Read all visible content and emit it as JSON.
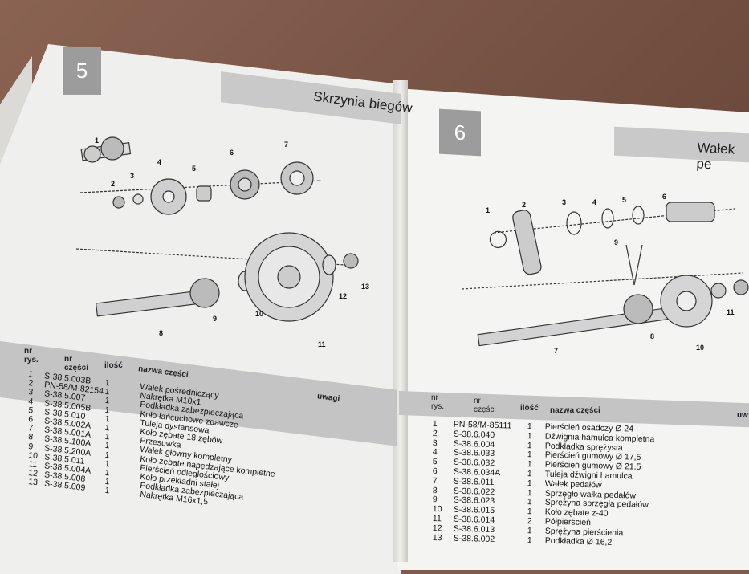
{
  "left_page": {
    "page_number": "5",
    "title": "Skrzynia biegów",
    "columns": {
      "nr_rys": "nr\nrys.",
      "nr_czesci": "nr\nczęści",
      "ilosc": "ilość",
      "nazwa": "nazwa części",
      "uwagi": "uwagi"
    },
    "callouts": [
      "1",
      "2",
      "3",
      "4",
      "5",
      "6",
      "7",
      "8",
      "9",
      "10",
      "11",
      "12",
      "13"
    ],
    "rows": [
      {
        "nr": "1",
        "part": "S-38.5.003B",
        "qty": "1",
        "name": "Wałek pośredniczący"
      },
      {
        "nr": "2",
        "part": "PN-58/M-82154",
        "qty": "1",
        "name": "Nakrętka M10x1"
      },
      {
        "nr": "3",
        "part": "S-38.5.007",
        "qty": "1",
        "name": "Podkładka zabezpieczająca"
      },
      {
        "nr": "4",
        "part": "S-38.5.005B",
        "qty": "1",
        "name": "Koło łańcuchowe zdawcze"
      },
      {
        "nr": "5",
        "part": "S-38.5.010",
        "qty": "1",
        "name": "Tuleja dystansowa"
      },
      {
        "nr": "6",
        "part": "S-38.5.002A",
        "qty": "1",
        "name": "Koło zębate 18 zębów"
      },
      {
        "nr": "7",
        "part": "S-38.5.001A",
        "qty": "1",
        "name": "Przesuwka"
      },
      {
        "nr": "8",
        "part": "S-38.5.100A",
        "qty": "1",
        "name": "Wałek główny kompletny"
      },
      {
        "nr": "9",
        "part": "S-38.5.200A",
        "qty": "1",
        "name": "Koło zębate napędzające kompletne"
      },
      {
        "nr": "10",
        "part": "S-38.5.011",
        "qty": "1",
        "name": "Pierścień odległościowy"
      },
      {
        "nr": "11",
        "part": "S-38.5.004A",
        "qty": "1",
        "name": "Koło przekładni stałej"
      },
      {
        "nr": "12",
        "part": "S-38.5.008",
        "qty": "1",
        "name": "Podkładka zabezpieczająca"
      },
      {
        "nr": "13",
        "part": "S-38.5.009",
        "qty": "1",
        "name": "Nakrętka M16x1,5"
      }
    ]
  },
  "right_page": {
    "page_number": "6",
    "title": "Wałek pe",
    "columns": {
      "nr_rys": "nr\nrys.",
      "nr_czesci": "nr\nczęści",
      "ilosc": "ilość",
      "nazwa": "nazwa części",
      "uwagi": "uw"
    },
    "callouts": [
      "1",
      "2",
      "3",
      "4",
      "5",
      "6",
      "7",
      "8",
      "9",
      "10",
      "11"
    ],
    "rows": [
      {
        "nr": "1",
        "part": "PN-58/M-85111",
        "qty": "1",
        "name": "Pierścień osadczy Ø 24"
      },
      {
        "nr": "2",
        "part": "S-38.6.040",
        "qty": "1",
        "name": "Dźwignia hamulca kompletna"
      },
      {
        "nr": "3",
        "part": "S-38.6.004",
        "qty": "1",
        "name": "Podkładka sprężysta"
      },
      {
        "nr": "4",
        "part": "S-38.6.033",
        "qty": "1",
        "name": "Pierścień gumowy Ø 17,5"
      },
      {
        "nr": "5",
        "part": "S-38.6.032",
        "qty": "1",
        "name": "Pierścień gumowy Ø 21,5"
      },
      {
        "nr": "6",
        "part": "S-38.6.034A",
        "qty": "1",
        "name": "Tuleja dźwigni hamulca"
      },
      {
        "nr": "7",
        "part": "S-38.6.011",
        "qty": "1",
        "name": "Wałek pedałów"
      },
      {
        "nr": "8",
        "part": "S-38.6.022",
        "qty": "1",
        "name": "Sprzęgło wałka pedałów"
      },
      {
        "nr": "9",
        "part": "S-38.6.023",
        "qty": "1",
        "name": "Sprężyna sprzęgła pedałów"
      },
      {
        "nr": "10",
        "part": "S-38.6.015",
        "qty": "1",
        "name": "Koło zębate z-40"
      },
      {
        "nr": "11",
        "part": "S-38.6.014",
        "qty": "2",
        "name": "Półpierścień"
      },
      {
        "nr": "12",
        "part": "S-38.6.013",
        "qty": "1",
        "name": "Sprężyna pierścienia"
      },
      {
        "nr": "13",
        "part": "S-38.6.002",
        "qty": "1",
        "name": "Podkładka Ø 16,2"
      }
    ]
  }
}
